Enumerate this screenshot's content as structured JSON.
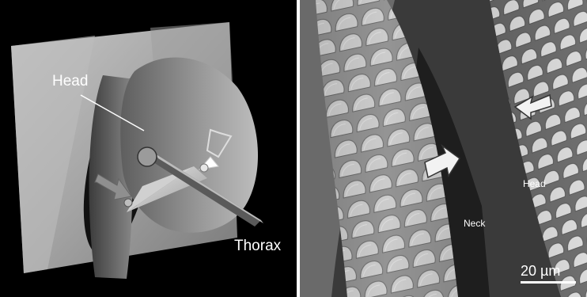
{
  "left_panel": {
    "labels": {
      "head": "Head",
      "thorax": "Thorax"
    }
  },
  "right_panel": {
    "labels": {
      "head": "Head",
      "neck": "Neck"
    },
    "scale_bar": {
      "label": "20 µm"
    }
  },
  "colors": {
    "background_left": "#000000",
    "plate": "#a9a9a9",
    "head_shape": "#8c8c8c",
    "arrow_fill": "#9a9a9a",
    "sem_scale": "#f0f0f0"
  }
}
